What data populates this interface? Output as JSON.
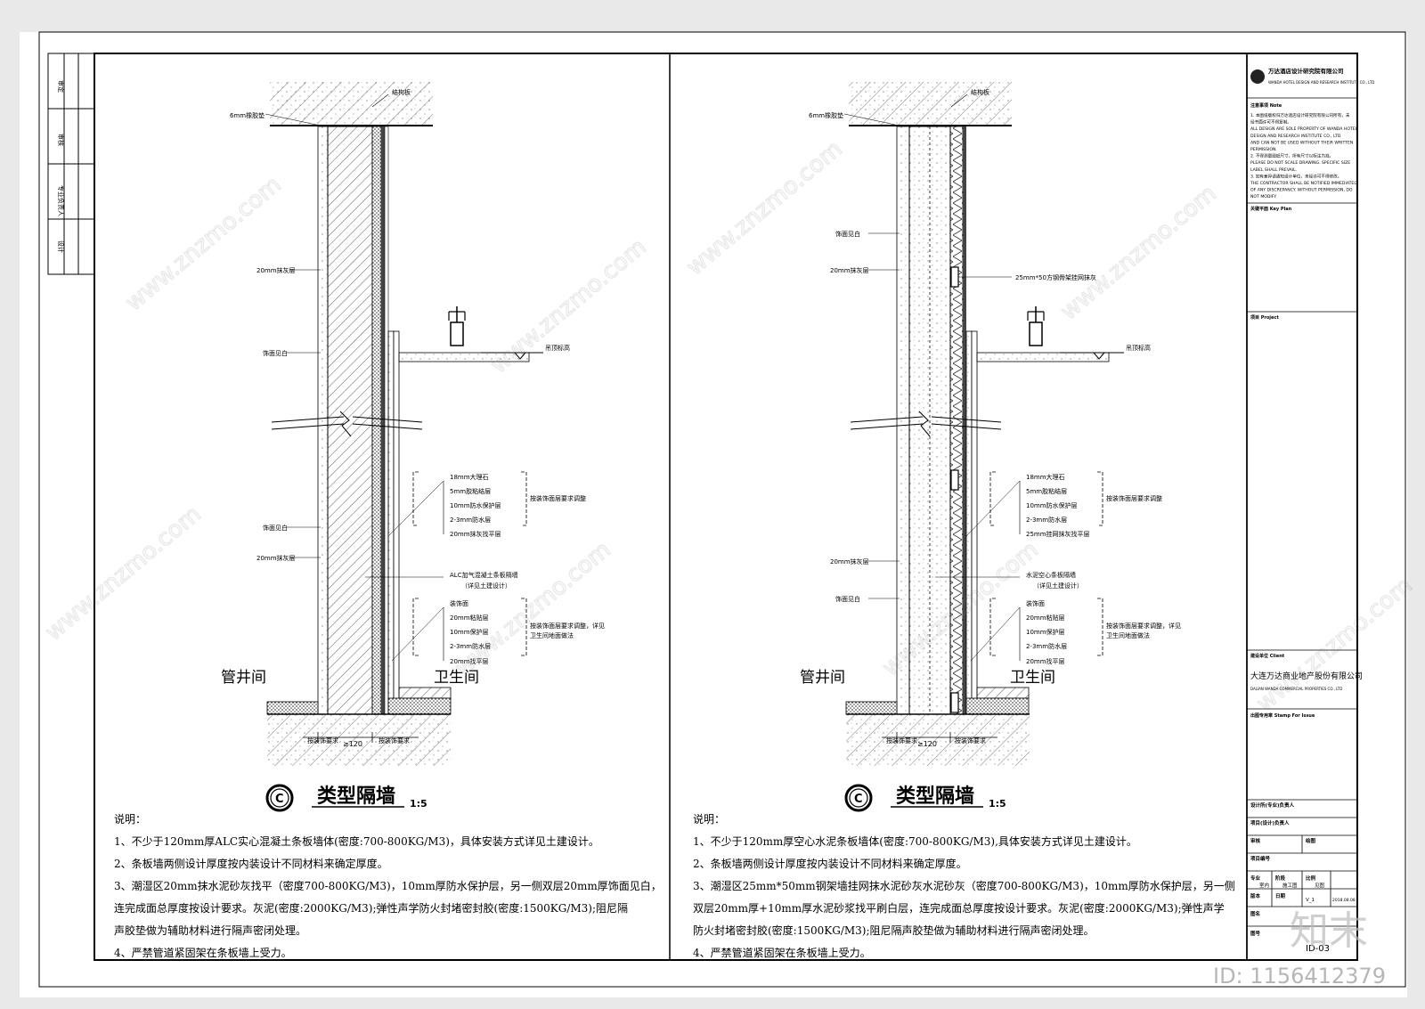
{
  "sheet": {
    "left_strip": [
      "审定",
      "审核",
      "专业负责人",
      "设计"
    ],
    "drawing_no": "ID-03",
    "id_watermark": "ID: 1156412379",
    "logo_watermark": "知末",
    "site_watermark": "www.znzmo.com"
  },
  "title_block": {
    "company_cn": "万达酒店设计研究院有限公司",
    "company_en": "WANDA HOTEL DESIGN AND RESEARCH INSTITUTE CO., LTD",
    "note_heading": "注意事项 Note",
    "note_lines": [
      "1. 本图纸版权归万达酒店设计研究院有限公司所有，未",
      "经书面许可不得复制。",
      "ALL DESIGN ARE SOLE PROPERTY OF WANDA HOTEL",
      "DESIGN AND RESEARCH INSTITUTE CO., LTD",
      "AND CAN NOT BE USED WITHOUT THEIR WRITTEN",
      "PERMISSION.",
      "2. 不得测量图纸尺寸，所有尺寸以标注为准。",
      "PLEASE DO NOT SCALE DRAWING. SPECIFIC SIZE",
      "LABEL SHALL PREVAIL.",
      "3. 如有差异请通知设计单位，未经许可不得修改。",
      "THE CONTRACTOR SHALL BE NOTIFIED IMMEDIATELY",
      "OF ANY DISCREPANCY. WITHOUT PERMISSION, DO",
      "NOT MODIFY."
    ],
    "key_plan": "关键平面 Key Plan",
    "project": "项目 Project",
    "client_label": "建设单位 Client",
    "client_cn": "大连万达商业地产股份有限公司",
    "client_en": "DALIAN WANDA COMMERCIAL PROPERTIES CO., LTD",
    "stamp": "出图专用章 Stamp For Issue",
    "project_leader": "设计所(专业)负责人",
    "project_designer": "项目(设计)负责人",
    "checked": "审核",
    "drawn": "绘图",
    "project_no": "项目编号",
    "specialty": "专业",
    "specialty_value": "室内",
    "status": "阶段",
    "status_value": "施工图",
    "scale": "比例",
    "scale_value": "见图",
    "version": "版本",
    "version_value": "V_1",
    "date": "日期",
    "date_value": "2018.08.08",
    "drawing_name": "图名",
    "drawing_label": "图号"
  },
  "diagrams": [
    {
      "id": "left",
      "top_label": "6mm橡胶垫",
      "structure": "结构板",
      "ceiling": "吊顶标高",
      "left_labels": [
        "20mm抹灰层",
        "饰面见白",
        "饰面见白",
        "20mm抹灰层"
      ],
      "group1": [
        "18mm大理石",
        "5mm胶粘结层",
        "10mm防水保护层",
        "2-3mm防水层"
      ],
      "group1_note": "按装饰面层要求调整",
      "after_group1": "20mm抹灰找平层",
      "wall_label": "ALC加气混凝土条板隔墙",
      "wall_label2": "（详见土建设计）",
      "group2": [
        "装饰面",
        "20mm粘贴层",
        "10mm保护层",
        "2-3mm防水层",
        "20mm找平层"
      ],
      "group2_note": "按装饰面层要求调整，详见",
      "group2_note2": "卫生间地面做法",
      "room_left": "管井间",
      "room_right": "卫生间",
      "bottom_left": "按装饰要求",
      "bottom_right": "按装饰要求",
      "dim": "≥120",
      "title": "类型隔墙",
      "scale": "1:5",
      "marker": "C",
      "notes_heading": "说明：",
      "notes": [
        "1、不少于120mm厚ALC实心混凝土条板墙体(密度:700-800KG/M3)，具体安装方式详见土建设计。",
        "2、条板墙两侧设计厚度按内装设计不同材料来确定厚度。",
        "3、潮湿区20mm抹水泥砂灰找平（密度700-800KG/M3)，10mm厚防水保护层，另一侧双层20mm厚饰面见白，",
        "连完成面总厚度按设计要求。灰泥(密度:2000KG/M3);弹性声学防火封堵密封胶(密度:1500KG/M3);阻尼隔",
        "声胶垫做为辅助材料进行隔声密闭处理。",
        "4、严禁管道紧固架在条板墙上受力。"
      ]
    },
    {
      "id": "right",
      "top_label": "6mm橡胶垫",
      "structure": "结构板",
      "ceiling": "吊顶标高",
      "left_labels": [
        "饰面见白",
        "20mm抹灰层",
        "20mm抹灰层",
        "饰面见白"
      ],
      "mid_label": "25mm*50方钢骨架挂网抹灰",
      "group1": [
        "18mm大理石",
        "5mm胶粘结层",
        "10mm防水保护层",
        "2-3mm防水层"
      ],
      "group1_note": "按装饰面层要求调整",
      "after_group1": "25mm挂网抹灰找平层",
      "wall_label": "水泥空心条板隔墙",
      "wall_label2": "（详见土建设计）",
      "group2": [
        "装饰面",
        "20mm粘贴层",
        "10mm保护层",
        "2-3mm防水层",
        "20mm找平层"
      ],
      "group2_note": "按装饰面层要求调整，详见",
      "group2_note2": "卫生间地面做法",
      "room_left": "管井间",
      "room_right": "卫生间",
      "bottom_left": "按装饰要求",
      "bottom_right": "按装饰要求",
      "dim": "≥120",
      "title": "类型隔墙",
      "scale": "1:5",
      "marker": "C",
      "notes_heading": "说明：",
      "notes": [
        "1、不少于120mm厚空心水泥条板墙体(密度:700-800KG/M3),具体安装方式详见土建设计。",
        "2、条板墙两侧设计厚度按内装设计不同材料来确定厚度。",
        "3、潮湿区25mm*50mm钢架墙挂网抹水泥砂灰水泥砂灰（密度700-800KG/M3)，10mm厚防水保护层，另一侧",
        "双层20mm厚+10mm厚水泥砂浆找平刷白层，连完成面总厚度按设计要求。灰泥(密度:2000KG/M3);弹性声学",
        "防火封堵密封胶(密度:1500KG/M3);阻尼隔声胶垫做为辅助材料进行隔声密闭处理。",
        "4、严禁管道紧固架在条板墙上受力。"
      ]
    }
  ]
}
